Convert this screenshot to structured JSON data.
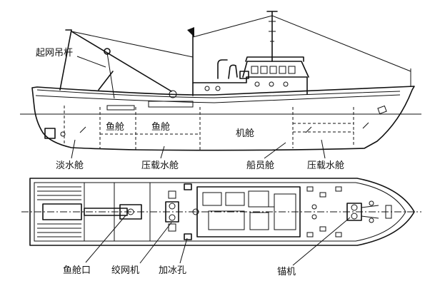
{
  "labels": {
    "boom": "起网吊杆",
    "fresh_water_tank": "淡水舱",
    "fish_hold_1": "鱼舱",
    "fish_hold_2": "鱼舱",
    "engine_room": "机舱",
    "ballast_tank_1": "压载水舱",
    "crew_cabin": "船员舱",
    "ballast_tank_2": "压载水舱",
    "fish_hatch": "鱼舱口",
    "winch": "绞网机",
    "ice_hole": "加冰孔",
    "windlass": "锚机"
  }
}
